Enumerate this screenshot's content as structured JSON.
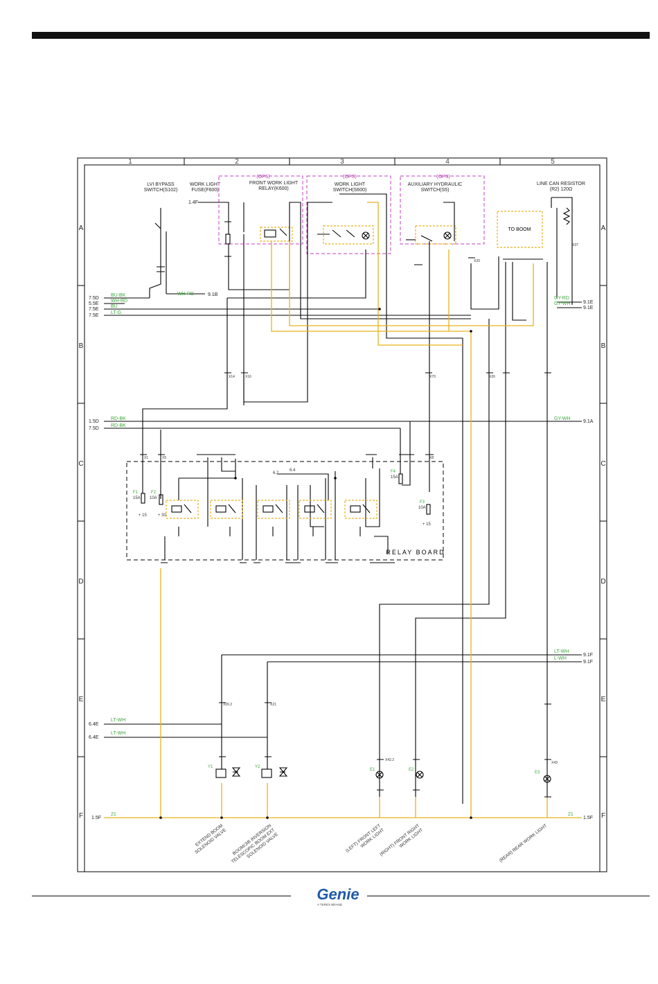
{
  "page": {
    "header_bar_color": "#111111",
    "brand": {
      "name": "Genie",
      "tagline": "A TEREX BRAND",
      "color": "#1e5aa8"
    }
  },
  "colors": {
    "wire": "#000000",
    "ground_wire": "#e8b21a",
    "wire_label": "#3aa63a",
    "option_box": "#c040c0"
  },
  "grid": {
    "columns": [
      "1",
      "2",
      "3",
      "4",
      "5"
    ],
    "rows": [
      "A",
      "B",
      "C",
      "D",
      "E",
      "F"
    ]
  },
  "titles": {
    "lvi_bypass": [
      "LVI BYPASS",
      "SWITCH(S102)"
    ],
    "work_light_fuse": [
      "WORK LIGHT",
      "FUSE(F600)"
    ],
    "front_work_light_relay": [
      "FRONT WORK LIGHT",
      "RELAY(K600)"
    ],
    "work_light_switch": [
      "WORK LIGHT",
      "SWITCH(S600)"
    ],
    "aux_hydraulic_switch": [
      "AUXILIARY HYDRAULIC",
      "SWITCH(S5)"
    ],
    "line_can_resistor": [
      "LINE CAN RESISTOR",
      "(R2) 120Ω"
    ],
    "to_boom": "TO BOOM",
    "relay_board": "RELAY BOARD",
    "opt_label": "(OPS)"
  },
  "left_refs": [
    {
      "ref": "1.4F",
      "label": ""
    },
    {
      "ref": "7.5D",
      "label": "BU-BK"
    },
    {
      "ref": "5.5E",
      "label": "WH-RD"
    },
    {
      "ref": "7.5E",
      "label": "BU"
    },
    {
      "ref": "7.5E",
      "label": "LT-G"
    },
    {
      "ref": "1.5D",
      "label": "RD-BK"
    },
    {
      "ref": "7.5D",
      "label": "RD-BK"
    },
    {
      "ref": "6.4E",
      "label": "LT-WH"
    },
    {
      "ref": "6.4E",
      "label": "LT-WH"
    },
    {
      "ref": "1.5F",
      "label": "21"
    }
  ],
  "right_refs": [
    {
      "ref": "9.1B",
      "label": ""
    },
    {
      "ref": "9.1E",
      "label": "GY-RD"
    },
    {
      "ref": "9.1E",
      "label": "GY-WH"
    },
    {
      "ref": "9.1F",
      "label": "LT-WH"
    },
    {
      "ref": "9.1F",
      "label": "L-WH"
    },
    {
      "ref": "1.5F",
      "label": "21"
    },
    {
      "ref": "9.1A",
      "label": "GY-WH"
    },
    {
      "ref": "9.1B",
      "label": "WH-RD"
    }
  ],
  "relay_board": {
    "fuses": [
      {
        "name": "F1",
        "rating": "15A"
      },
      {
        "name": "F2",
        "rating": "10A"
      },
      {
        "name": "F3",
        "rating": "10A"
      },
      {
        "name": "F4",
        "rating": "15A"
      }
    ],
    "terminal_labels": [
      "+ 15",
      "+ 30",
      "+ 15",
      "6.2",
      "6.4"
    ]
  },
  "connectors": [
    "X1",
    "X5",
    "X8",
    "X14",
    "X16",
    "X20",
    "X26",
    "X37",
    "X42.2",
    "X43",
    "X26.2",
    "X21",
    "X70"
  ],
  "bottom_labels": [
    [
      "EXTEND BOOM",
      "SOLENOID VALVE"
    ],
    [
      "BOOM/JIB INVERSION",
      "TELESCOPIC BOOM EXT",
      "SOLENOID VALVE"
    ],
    [
      "(LEFT) FRONT LEFT",
      "WORK LIGHT"
    ],
    [
      "(RIGHT) FRONT RIGHT",
      "WORK LIGHT"
    ],
    [
      "(REAR) REAR WORK LIGHT"
    ]
  ],
  "bottom_components": [
    "E1",
    "E2",
    "E3",
    "Y1",
    "Y2"
  ]
}
